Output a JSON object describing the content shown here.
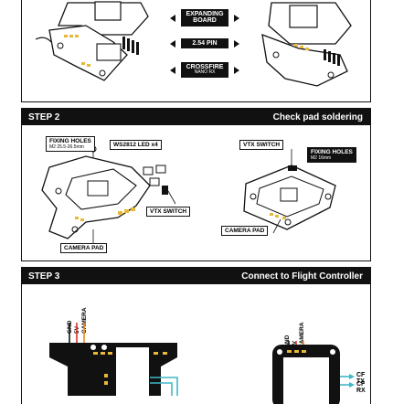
{
  "steps": [
    {
      "title": "STEP 2",
      "subtitle": "Check pad soldering"
    },
    {
      "title": "STEP 3",
      "subtitle": "Connect to Flight Controller"
    }
  ],
  "step1_labels": {
    "expanding": "EXPANDING BOARD",
    "pin": "2.54 PIN",
    "crossfire": "CROSSFIRE",
    "crossfire_sub": "NANO RX"
  },
  "step2_labels": {
    "fixing_holes_left": "FIXING HOLES",
    "fixing_holes_left_sub": "M2 25.5-26.5mm",
    "ws2812": "WS2812 LED x4",
    "vtx_switch_left": "VTX SWITCH",
    "camera_pad_left": "CAMERA PAD",
    "vtx_switch_right": "VTX SWITCH",
    "fixing_holes_right": "FIXING HOLES",
    "fixing_holes_right_sub": "M2 16mm",
    "camera_pad_right": "CAMERA PAD"
  },
  "step3_labels": {
    "pin_camera": "CAMERA",
    "pin_5v": "5V",
    "pin_gnd": "GND",
    "cf_tx": "CF TX",
    "cf_rx": "CF RX"
  },
  "colors": {
    "pad_gold": "#e8b838",
    "wire_orange": "#f08a1c",
    "wire_red": "#e0332a",
    "wire_black": "#111111",
    "wire_cyan": "#3fb7c9"
  }
}
